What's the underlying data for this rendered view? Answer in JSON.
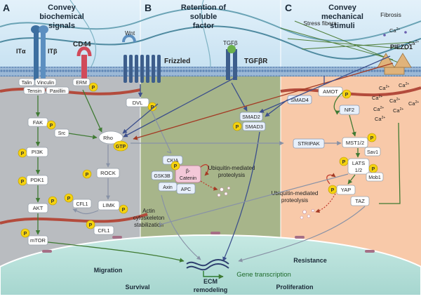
{
  "panels": {
    "a": {
      "letter": "A",
      "title_line1": "Convey",
      "title_line2": "biochemical",
      "title_line3": "signals"
    },
    "b": {
      "letter": "B",
      "title_line1": "Retention of",
      "title_line2": "soluble",
      "title_line3": "factor"
    },
    "c": {
      "letter": "C",
      "title_line1": "Convey",
      "title_line2": "mechanical",
      "title_line3": "stimuli"
    }
  },
  "receptors": {
    "itga": "ITα",
    "itgb": "ITβ",
    "cd44": "CD44",
    "wnt": "Wnt",
    "frizzled": "Frizzled",
    "tgfb": "TGFβ",
    "tgfbr": "TGFβR",
    "piezo1": "PIEZO1"
  },
  "labels": {
    "stress_fibers": "Stress fibers",
    "fibrosis": "Fibrosis",
    "ca": "Ca",
    "ca_sup": "2+",
    "talin": "Talin",
    "vinculin": "Vinculin",
    "tensin": "Tensin",
    "paxillin": "Paxillin",
    "erm": "ERM",
    "fak": "FAK",
    "src": "Src",
    "pi3k": "PI3K",
    "pdk1": "PDK1",
    "akt": "AKT",
    "mtor": "mTOR",
    "cfl1_a": "CFL1",
    "cfl1_b": "CFL1",
    "rho": "Rho",
    "gtp": "GTP",
    "rock": "ROCK",
    "limk": "LIMK",
    "dvl": "DVL",
    "ckia": "CKIA",
    "gsk3b": "GSK3B",
    "axin": "Axin",
    "apc": "APC",
    "bcat1": "β-",
    "bcat2": "Catenin",
    "smad2": "SMAD2",
    "smad3": "SMAD3",
    "smad4": "SMAD4",
    "ubiq_b1": "Ubiquitin-mediated",
    "ubiq_b2": "proteolysis",
    "ubiq_c1": "Ubiquitin-mediated",
    "ubiq_c2": "proteolysis",
    "amot": "AMOT",
    "nf2": "NF2",
    "stripak": "STRIPAK",
    "mst": "MST1/2",
    "sav1": "Sav1",
    "lats1": "LATS",
    "lats2": "1/2",
    "mob1": "Mob1",
    "yap": "YAP",
    "taz": "TAZ",
    "actin1": "Actin",
    "actin2": "cytoskeleton",
    "actin3": "stabilization",
    "p": "P"
  },
  "outcomes": {
    "migration": "Migration",
    "survival": "Survival",
    "ecm1": "ECM",
    "ecm2": "remodeling",
    "resistance": "Resistance",
    "proliferation": "Proliferation",
    "gene_transcription": "Gene transcription"
  },
  "colors": {
    "panel_a": "#b9bcc0",
    "panel_b": "#a7b58a",
    "panel_c": "#f8c9a9",
    "ecm_top": "#cfe7f5",
    "membrane": "#7e9fc2",
    "nucleus": "#b7dfd9",
    "arrow_green": "#3f7a33",
    "arrow_blue": "#3c4f8c",
    "arrow_red": "#a33a24",
    "phos": "#f5d20f"
  }
}
